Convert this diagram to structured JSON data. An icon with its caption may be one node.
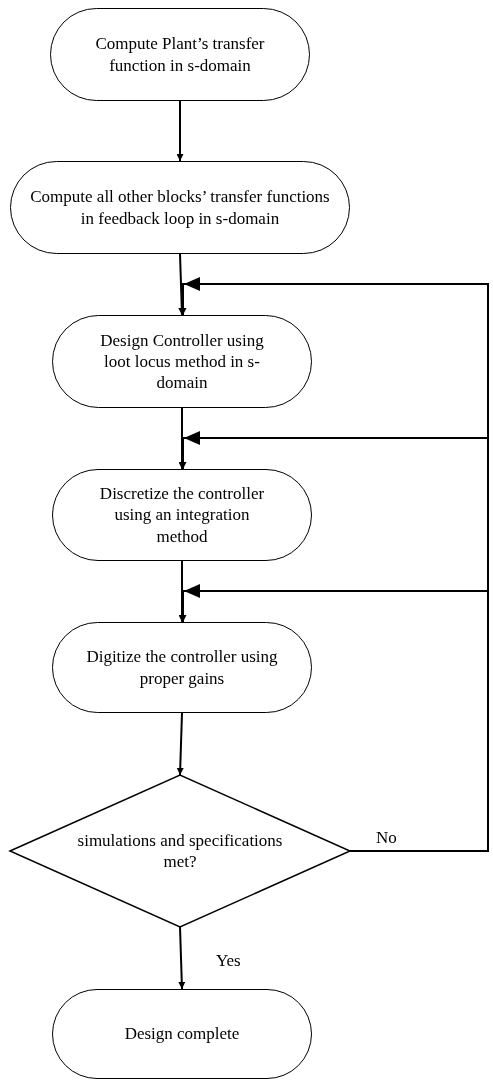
{
  "diagram": {
    "nodes": [
      {
        "text": [
          "Compute Plant’s transfer function in s-domain"
        ]
      },
      {
        "text": [
          "Compute all other blocks’ transfer functions in feedback loop in s-domain"
        ]
      },
      {
        "text": [
          "Design Controller using loot locus method in s-domain"
        ]
      },
      {
        "text": [
          "Discretize the controller using an integration method"
        ]
      },
      {
        "text": [
          "Digitize the controller using proper gains"
        ]
      },
      {
        "text": [
          "simulations and specifications met?"
        ]
      },
      {
        "text": [
          "Design complete"
        ]
      }
    ],
    "edges": [
      {
        "from": 0,
        "to": 1,
        "arrow": "to"
      },
      {
        "from": 1,
        "to": 2,
        "arrow": "to"
      },
      {
        "from": 2,
        "to": 3,
        "arrow": "to"
      },
      {
        "from": 3,
        "to": 4,
        "arrow": "to"
      },
      {
        "from": 4,
        "to": 5,
        "arrow": "to"
      },
      {
        "from": 5,
        "to": 6,
        "arrow": "to",
        "label": "Yes"
      },
      {
        "from": 5,
        "to": 2,
        "arrow": "to",
        "label": "No"
      },
      {
        "from": 5,
        "to": 3,
        "arrow": "to"
      },
      {
        "from": 5,
        "to": 4,
        "arrow": "to"
      }
    ]
  }
}
